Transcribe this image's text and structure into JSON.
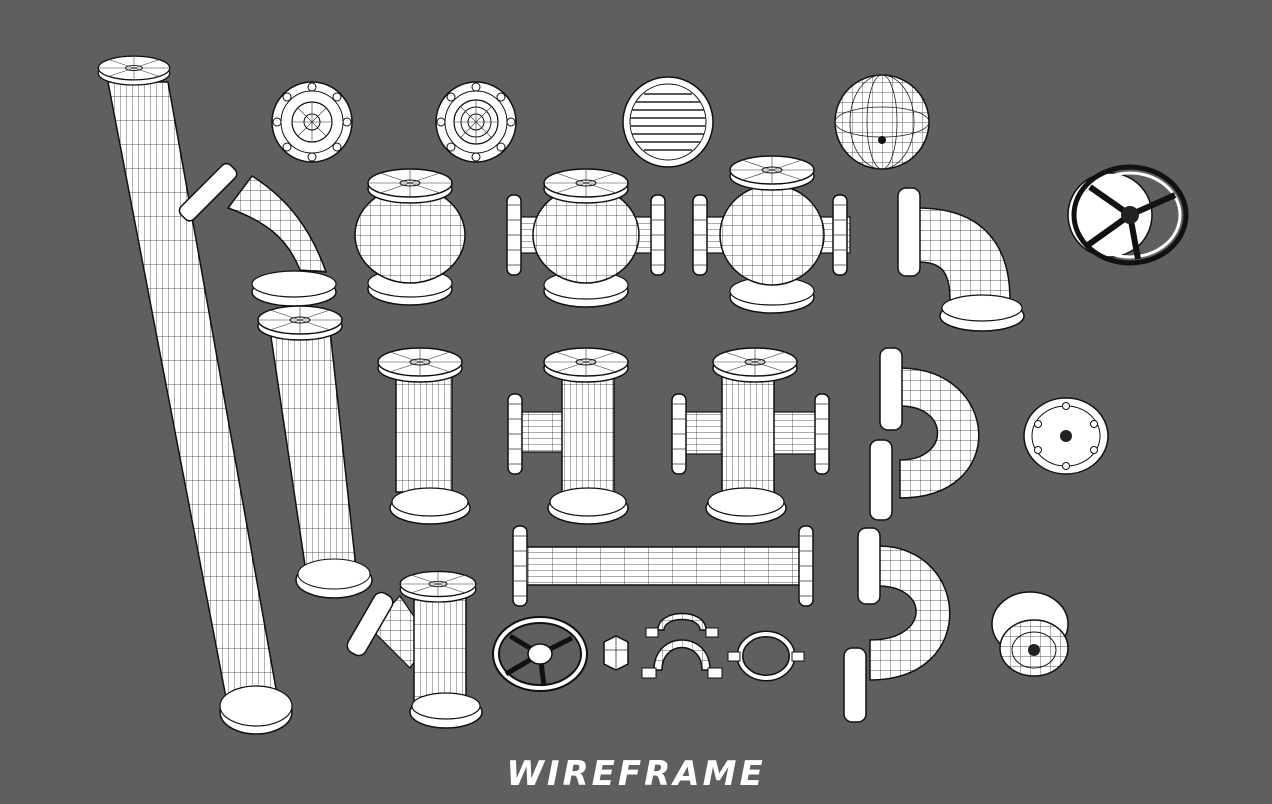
{
  "caption": "WIREFRAME",
  "colors": {
    "background": "#5f5f5f",
    "mesh_fill": "#ffffff",
    "mesh_line": "#111111"
  },
  "parts": [
    "long-pipe",
    "flange-plate",
    "blind-flange",
    "grated-cap",
    "sphere",
    "elbow-45",
    "ball-valve",
    "flanged-ball-valve",
    "cross-ball-valve",
    "elbow-90",
    "handwheel-valve",
    "straight-pipe",
    "short-pipe",
    "tee",
    "cross",
    "return-bend",
    "end-cap",
    "horizontal-pipe",
    "lateral-tee",
    "handwheel",
    "hex-nut",
    "pipe-clamp",
    "pipe-clamp-small",
    "pipe-ring",
    "u-bend",
    "reducer"
  ]
}
